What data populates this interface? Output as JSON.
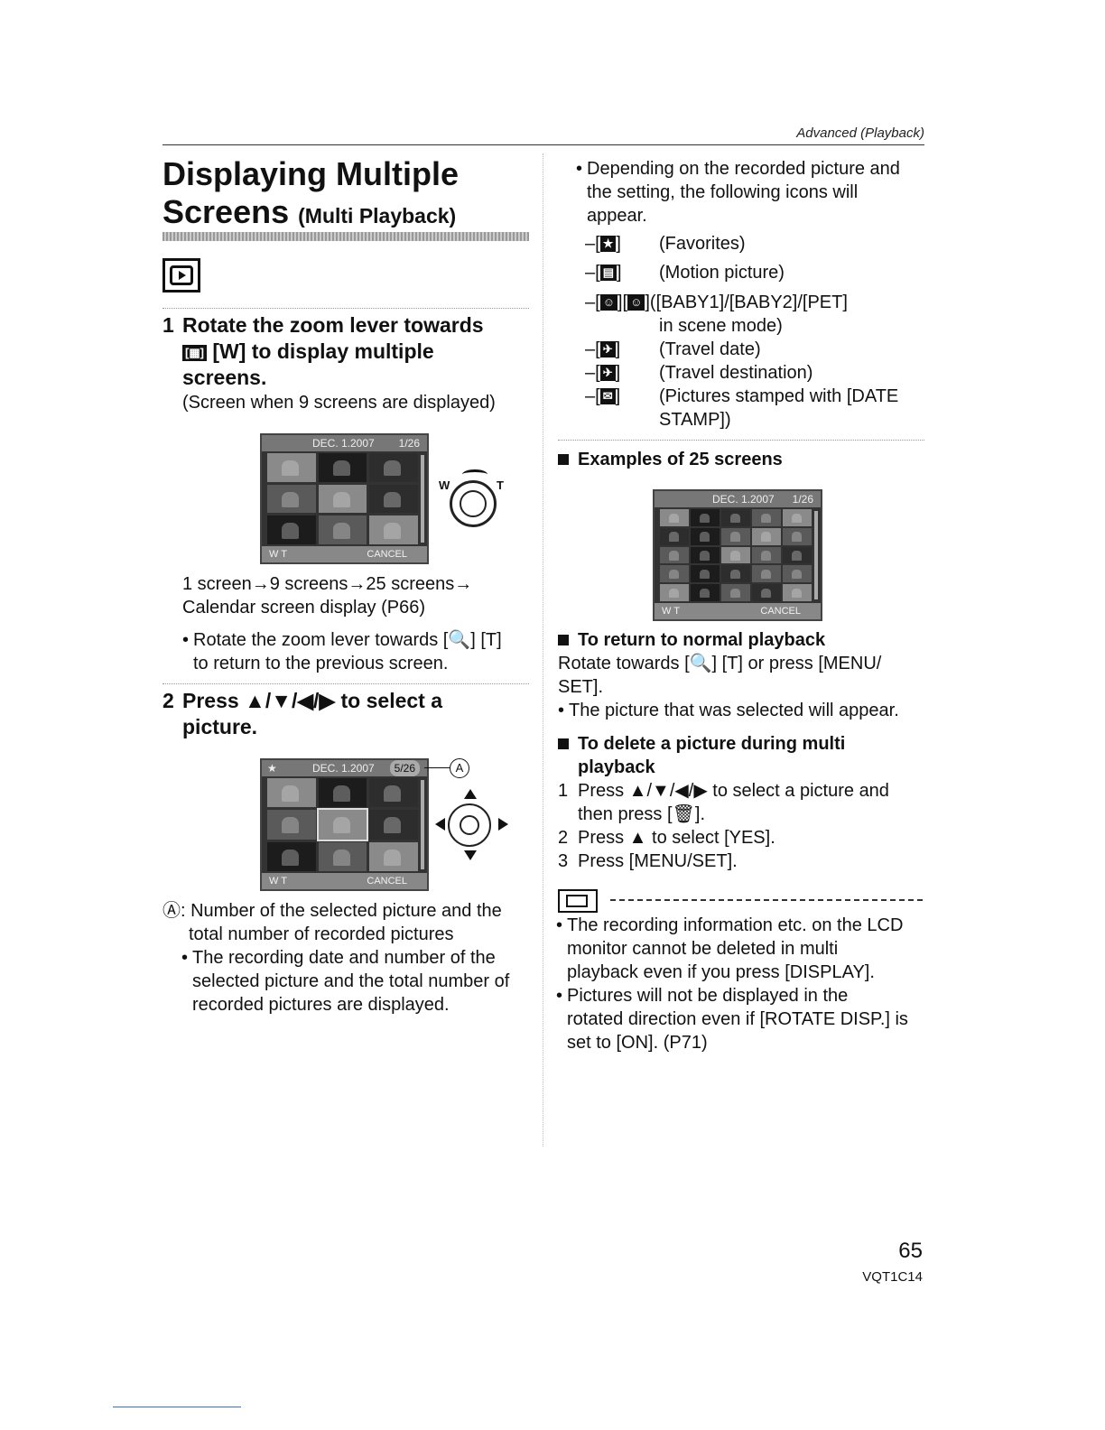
{
  "header": {
    "section": "Advanced (Playback)"
  },
  "title": {
    "main": "Displaying Multiple Screens",
    "sub": "(Multi Playback)"
  },
  "step1": {
    "num": "1",
    "heading": "Rotate the zoom lever towards",
    "heading2_icon": "[▦]",
    "heading2": "[W] to display multiple",
    "heading3": "screens.",
    "note": "(Screen when 9 screens are displayed)",
    "lcd": {
      "date": "DEC. 1.2007",
      "count": "1/26",
      "bottom_left": "W   T",
      "bottom_right": "CANCEL"
    },
    "dial": {
      "w": "W",
      "t": "T"
    },
    "sequence1": "1 screen→9 screens→25 screens→",
    "sequence2": "Calendar screen display (P66)",
    "bullet1a": "Rotate the zoom lever towards [🔍] [T]",
    "bullet1b": "to return to the previous screen."
  },
  "step2": {
    "num": "2",
    "heading1": "Press ▲/▼/◀/▶ to select a",
    "heading2": "picture.",
    "lcd": {
      "star": "★",
      "date": "DEC. 1.2007",
      "count": "5/26",
      "bottom_left": "W   T",
      "bottom_right": "CANCEL"
    },
    "label_a": "A",
    "noteA1": "Ⓐ: Number of the selected picture and the",
    "noteA2": "total number of recorded pictures",
    "bullet1": "The recording date and number of the",
    "bullet2": "selected picture and the total number of",
    "bullet3": "recorded pictures are displayed."
  },
  "right": {
    "intro1": "Depending on the recorded picture and",
    "intro2": "the setting, the following icons will",
    "intro3": "appear.",
    "icons": [
      {
        "dash": "–[",
        "icon": "★",
        "close": "]",
        "desc": "(Favorites)"
      },
      {
        "dash": "–[",
        "icon": "▤",
        "close": "]",
        "desc": "(Motion picture)"
      },
      {
        "dash": "–[",
        "icon": "☺",
        "close": "][",
        "icon2": "☺",
        "desc": "]([BABY1]/[BABY2]/[PET]"
      },
      {
        "dash": "–[",
        "icon": "✈",
        "close": "]",
        "desc": "(Travel date)"
      },
      {
        "dash": "–[",
        "icon": "✈",
        "close": "]",
        "desc": "(Travel destination)"
      },
      {
        "dash": "–[",
        "icon": "✉",
        "close": "]",
        "desc": "(Pictures stamped with [DATE"
      }
    ],
    "icons_cont1": "in scene mode)",
    "icons_cont2": "STAMP])",
    "examples_heading": "Examples of 25 screens",
    "lcd25": {
      "date": "DEC. 1.2007",
      "count": "1/26",
      "bottom_left": "W   T",
      "bottom_right": "CANCEL"
    },
    "return_heading": "To return to normal playback",
    "return1": "Rotate towards [🔍] [T] or press [MENU/",
    "return2": "SET].",
    "return_bullet": "The picture that was selected will appear.",
    "delete_heading1": "To delete a picture during multi",
    "delete_heading2": "playback",
    "delete_steps": [
      {
        "n": "1",
        "t": "Press ▲/▼/◀/▶ to select a picture and"
      },
      {
        "n": "",
        "t": "then press [🗑]."
      },
      {
        "n": "2",
        "t": "Press ▲ to select [YES]."
      },
      {
        "n": "3",
        "t": "Press [MENU/SET]."
      }
    ],
    "notes": [
      [
        "The recording information etc. on the LCD",
        "monitor cannot be deleted in multi",
        "playback even if you press [DISPLAY]."
      ],
      [
        "Pictures will not be displayed in the",
        "rotated direction even if [ROTATE DISP.] is",
        "set to [ON]. (P71)"
      ]
    ]
  },
  "footer": {
    "page": "65",
    "code": "VQT1C14"
  }
}
